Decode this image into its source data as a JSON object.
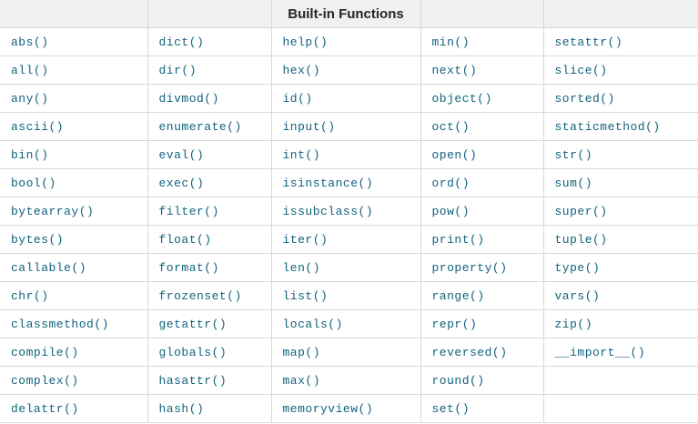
{
  "table": {
    "title": "Built-in Functions",
    "header_cells": [
      "",
      "",
      "Built-in Functions",
      "",
      ""
    ],
    "rows": [
      [
        "abs()",
        "dict()",
        "help()",
        "min()",
        "setattr()"
      ],
      [
        "all()",
        "dir()",
        "hex()",
        "next()",
        "slice()"
      ],
      [
        "any()",
        "divmod()",
        "id()",
        "object()",
        "sorted()"
      ],
      [
        "ascii()",
        "enumerate()",
        "input()",
        "oct()",
        "staticmethod()"
      ],
      [
        "bin()",
        "eval()",
        "int()",
        "open()",
        "str()"
      ],
      [
        "bool()",
        "exec()",
        "isinstance()",
        "ord()",
        "sum()"
      ],
      [
        "bytearray()",
        "filter()",
        "issubclass()",
        "pow()",
        "super()"
      ],
      [
        "bytes()",
        "float()",
        "iter()",
        "print()",
        "tuple()"
      ],
      [
        "callable()",
        "format()",
        "len()",
        "property()",
        "type()"
      ],
      [
        "chr()",
        "frozenset()",
        "list()",
        "range()",
        "vars()"
      ],
      [
        "classmethod()",
        "getattr()",
        "locals()",
        "repr()",
        "zip()"
      ],
      [
        "compile()",
        "globals()",
        "map()",
        "reversed()",
        "__import__()"
      ],
      [
        "complex()",
        "hasattr()",
        "max()",
        "round()",
        ""
      ],
      [
        "delattr()",
        "hash()",
        "memoryview()",
        "set()",
        ""
      ]
    ]
  },
  "colors": {
    "link": "#10627e",
    "header_bg": "#f0f0f0",
    "header_text": "#252525",
    "border": "#d8d8d8",
    "row_bg": "#ffffff"
  }
}
